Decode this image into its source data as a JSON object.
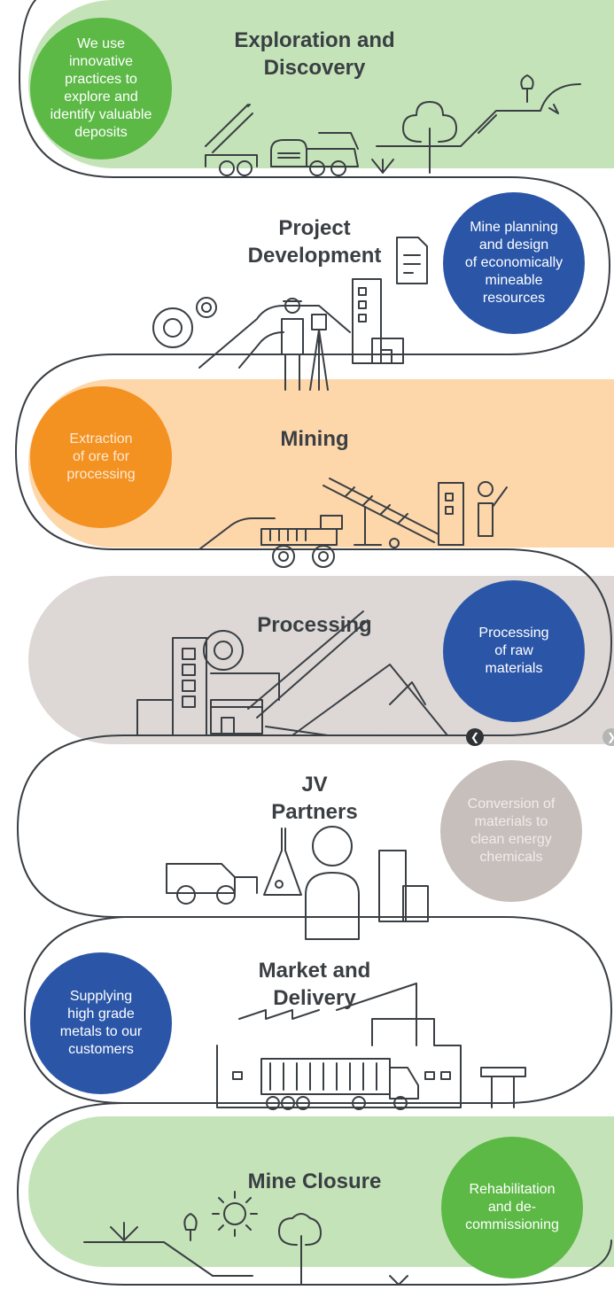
{
  "colors": {
    "green_band": "#c5e3b8",
    "green_circle": "#5cb946",
    "blue_circle": "#2b56a8",
    "orange_band": "#fdd6aa",
    "orange_circle": "#f39121",
    "gray_band": "#ddd8d6",
    "gray_circle": "#c7bfbc",
    "line": "#3a3f44"
  },
  "stages": [
    {
      "title_lines": [
        "Exploration and",
        "Discovery"
      ],
      "desc_lines": [
        "We use",
        "innovative",
        "practices to",
        "explore and",
        "identify valuable",
        "deposits"
      ]
    },
    {
      "title_lines": [
        "Project",
        "Development"
      ],
      "desc_lines": [
        "Mine planning",
        "and design",
        "of economically",
        "mineable",
        "resources"
      ]
    },
    {
      "title_lines": [
        "Mining"
      ],
      "desc_lines": [
        "Extraction",
        "of ore for",
        "processing"
      ]
    },
    {
      "title_lines": [
        "Processing"
      ],
      "desc_lines": [
        "Processing",
        "of raw",
        "materials"
      ]
    },
    {
      "title_lines": [
        "JV",
        "Partners"
      ],
      "desc_lines": [
        "Conversion of",
        "materials to",
        "clean energy",
        "chemicals"
      ]
    },
    {
      "title_lines": [
        "Market and",
        "Delivery"
      ],
      "desc_lines": [
        "Supplying",
        "high grade",
        "metals to our",
        "customers"
      ]
    },
    {
      "title_lines": [
        "Mine Closure"
      ],
      "desc_lines": [
        "Rehabilitation",
        "and de-",
        "commissioning"
      ]
    }
  ],
  "nav": {
    "prev_icon": "chevron-left-icon",
    "next_icon": "chevron-right-icon"
  }
}
